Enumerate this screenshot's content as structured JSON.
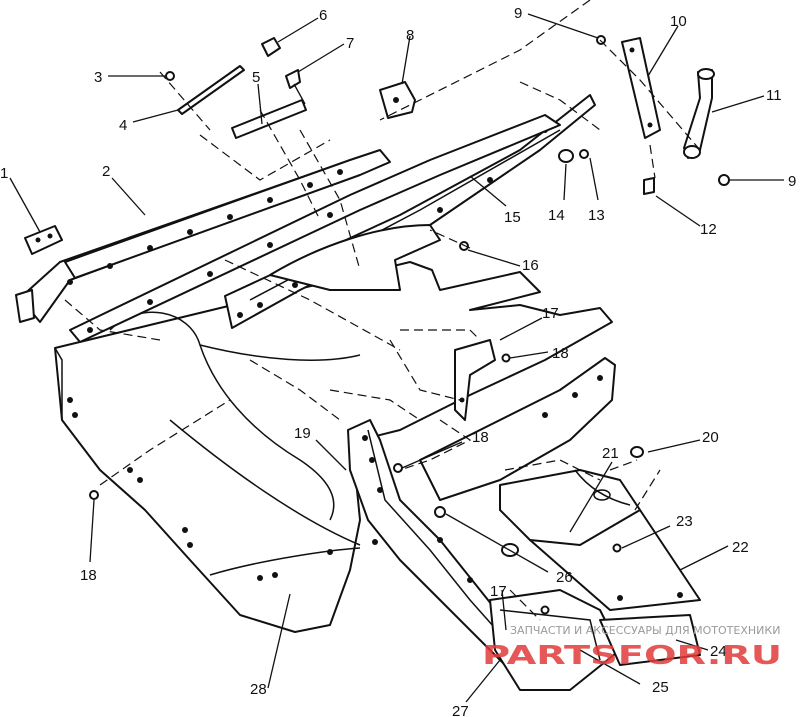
{
  "callouts": [
    {
      "id": "c1",
      "text": "1"
    },
    {
      "id": "c2",
      "text": "2"
    },
    {
      "id": "c3",
      "text": "3"
    },
    {
      "id": "c4",
      "text": "4"
    },
    {
      "id": "c5",
      "text": "5"
    },
    {
      "id": "c6",
      "text": "6"
    },
    {
      "id": "c7",
      "text": "7"
    },
    {
      "id": "c8",
      "text": "8"
    },
    {
      "id": "c9a",
      "text": "9"
    },
    {
      "id": "c10",
      "text": "10"
    },
    {
      "id": "c11",
      "text": "11"
    },
    {
      "id": "c9b",
      "text": "9"
    },
    {
      "id": "c12",
      "text": "12"
    },
    {
      "id": "c13",
      "text": "13"
    },
    {
      "id": "c14",
      "text": "14"
    },
    {
      "id": "c15",
      "text": "15"
    },
    {
      "id": "c16",
      "text": "16"
    },
    {
      "id": "c17a",
      "text": "17"
    },
    {
      "id": "c18a",
      "text": "18"
    },
    {
      "id": "c18b",
      "text": "18"
    },
    {
      "id": "c19",
      "text": "19"
    },
    {
      "id": "c20",
      "text": "20"
    },
    {
      "id": "c21",
      "text": "21"
    },
    {
      "id": "c22",
      "text": "22"
    },
    {
      "id": "c23",
      "text": "23"
    },
    {
      "id": "c18c",
      "text": "18"
    },
    {
      "id": "c26",
      "text": "26"
    },
    {
      "id": "c17b",
      "text": "17"
    },
    {
      "id": "c24",
      "text": "24"
    },
    {
      "id": "c25",
      "text": "25"
    },
    {
      "id": "c27",
      "text": "27"
    },
    {
      "id": "c28",
      "text": "28"
    }
  ],
  "watermark": {
    "caption": "ЗАПЧАСТИ И АКСЕССУАРЫ ДЛЯ МОТОТЕХНИКИ",
    "brand": "PARTSFOR.RU"
  }
}
